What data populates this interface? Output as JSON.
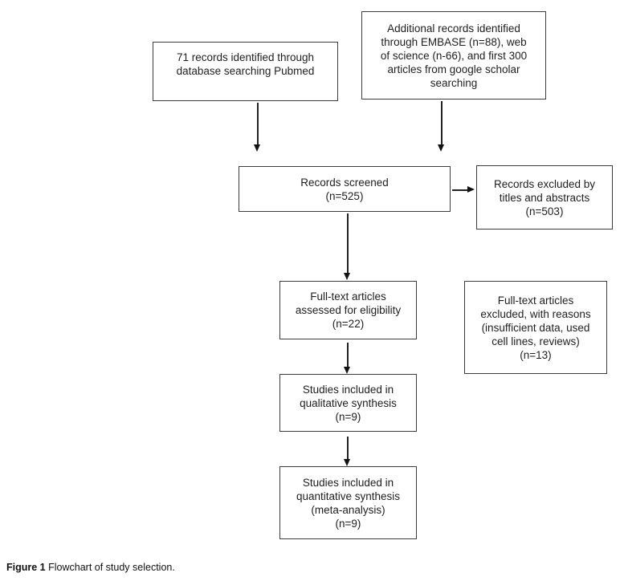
{
  "figure": {
    "caption_label": "Figure 1",
    "caption_text": "Flowchart of study selection."
  },
  "flowchart": {
    "boxes": {
      "pubmed": {
        "text": "71 records identified through\ndatabase searching Pubmed"
      },
      "additional": {
        "text": "Additional records identified\nthrough EMBASE (n=88), web\nof science (n-66), and first 300\narticles from google scholar\nsearching"
      },
      "screened": {
        "text": "Records screened\n(n=525)"
      },
      "excluded_titles": {
        "text": "Records excluded by\ntitles and abstracts\n(n=503)"
      },
      "fulltext_assessed": {
        "text": "Full-text articles\nassessed for eligibility\n(n=22)"
      },
      "fulltext_excluded": {
        "text": "Full-text articles\nexcluded, with reasons\n(insufficient data, used\ncell lines, reviews)\n(n=13)"
      },
      "qualitative": {
        "text": "Studies included in\nqualitative synthesis\n(n=9)"
      },
      "quantitative": {
        "text": "Studies included in\nquantitative synthesis\n(meta-analysis)\n(n=9)"
      }
    },
    "counts": {
      "pubmed_records": 71,
      "embase_records": 88,
      "web_of_science_records": 66,
      "google_scholar_articles": 300,
      "records_screened": 525,
      "records_excluded_titles_abstracts": 503,
      "fulltext_assessed": 22,
      "fulltext_excluded": 13,
      "qualitative_included": 9,
      "quantitative_included": 9
    },
    "edges": [
      {
        "from": "pubmed",
        "to": "screened"
      },
      {
        "from": "additional",
        "to": "screened"
      },
      {
        "from": "screened",
        "to": "excluded_titles"
      },
      {
        "from": "screened",
        "to": "fulltext_assessed"
      },
      {
        "from": "fulltext_assessed",
        "to": "qualitative"
      },
      {
        "from": "qualitative",
        "to": "quantitative"
      }
    ],
    "colors": {
      "background": "#ffffff",
      "box_border": "#3d3d3d",
      "arrow": "#111111",
      "text": "#1e1e1e"
    }
  }
}
